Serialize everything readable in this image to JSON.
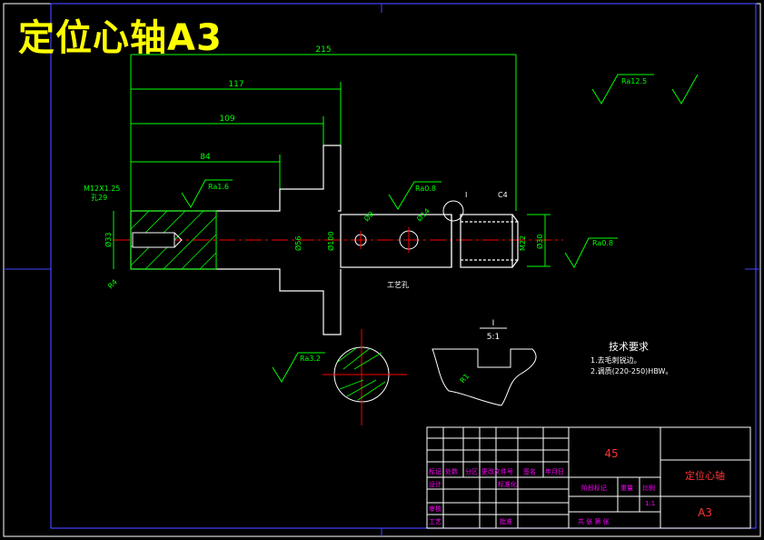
{
  "title": "定位心轴A3",
  "dimensions": {
    "overall_length": "215",
    "length_117": "117",
    "length_109": "109",
    "length_84": "84",
    "thread": "M12X1.25",
    "thread_depth": "孔29",
    "dia_33": "Ø33",
    "dia_56": "Ø56",
    "dia_100": "Ø100",
    "hole_8": "Ø8",
    "hole_14": "Ø14",
    "dia_22": "M22",
    "dia_30": "Ø30",
    "chamfer": "C4",
    "radius_left": "R4",
    "radius_detail": "R1"
  },
  "surface_finish": {
    "ra_general": "Ra12.5",
    "ra_16": "Ra1.6",
    "ra_08_top": "Ra0.8",
    "ra_08_right": "Ra0.8",
    "ra_32": "Ra3.2"
  },
  "labels": {
    "detail_mark": "I",
    "detail_title": "I",
    "detail_scale": "5:1",
    "process_hole": "工艺孔"
  },
  "tech_requirements": {
    "heading": "技术要求",
    "item1": "1.去毛刺锐边。",
    "item2": "2.调质(220-250)HBW。"
  },
  "title_block": {
    "material": "45",
    "part_name": "定位心轴",
    "size": "A3",
    "marker": "标记",
    "count": "处数",
    "zone": "分区",
    "change_doc": "更改文件号",
    "signature": "签名",
    "date": "年月日",
    "design": "设计",
    "standardize": "标准化",
    "stage_mark": "阶段标记",
    "weight": "重量",
    "ratio": "比例",
    "ratio_value": "1:1",
    "review": "审核",
    "process": "工艺",
    "approve": "批准",
    "sheets": "共  张  第  张"
  }
}
